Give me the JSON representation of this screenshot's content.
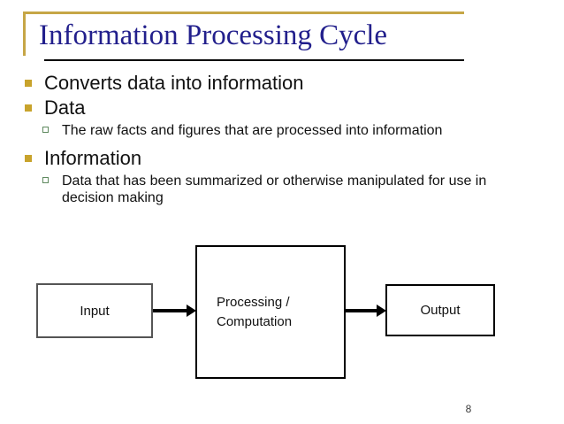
{
  "slide": {
    "title": "Information Processing Cycle",
    "page_number": "8",
    "accent_gold": "#c6a646",
    "bullet_level1_color": "#c8a32c",
    "bullet_level2_color": "#5f8a5f",
    "title_color": "#221f8c",
    "body_color": "#111111"
  },
  "bullets": [
    {
      "level": 1,
      "text": "Converts data into information"
    },
    {
      "level": 1,
      "text": "Data"
    },
    {
      "level": 2,
      "text": "The raw facts and figures that are processed into information"
    },
    {
      "level": 1,
      "text": "Information"
    },
    {
      "level": 2,
      "text": "Data that has been summarized or otherwise manipulated for use in decision making"
    }
  ],
  "diagram": {
    "type": "flow",
    "nodes": [
      {
        "id": "input",
        "label": "Input"
      },
      {
        "id": "process",
        "label_line1": "Processing /",
        "label_line2": "Computation"
      },
      {
        "id": "output",
        "label": "Output"
      }
    ],
    "edges": [
      {
        "from": "input",
        "to": "process"
      },
      {
        "from": "process",
        "to": "output"
      }
    ]
  }
}
